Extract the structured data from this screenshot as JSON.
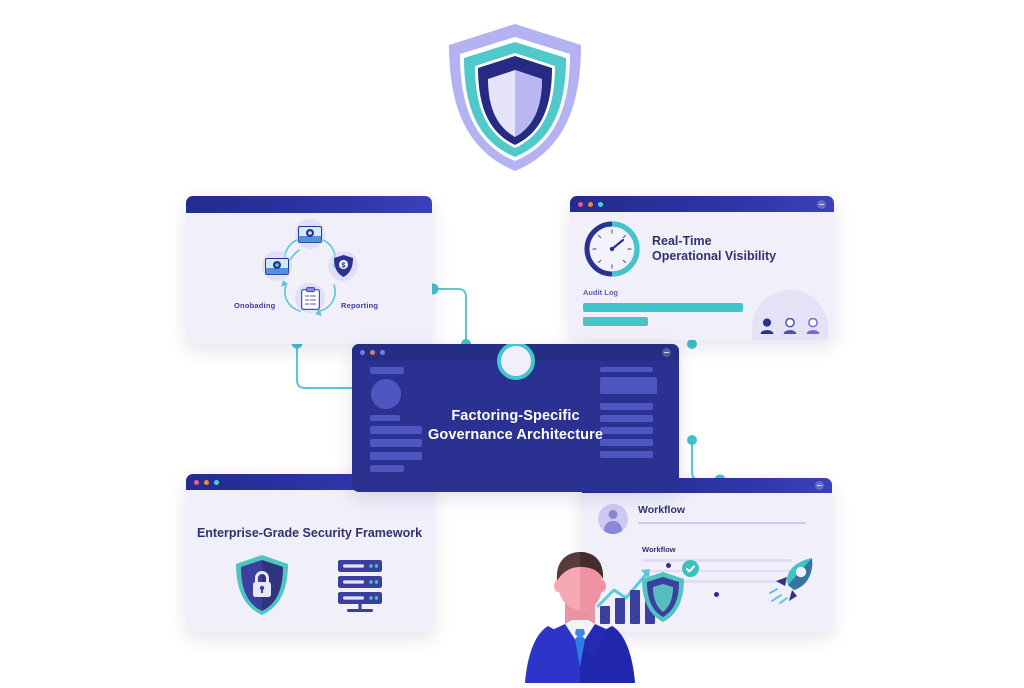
{
  "page": {
    "title": "Factoring-Specific Governance Architecture",
    "background_color": "#ffffff"
  },
  "colors": {
    "navy": "#2a3190",
    "deep_navy": "#232c8e",
    "teal": "#3fc4c8",
    "lavender": "#cdc9f2",
    "card_bg": "#f0effa",
    "heading": "#2f3270",
    "white": "#ffffff"
  },
  "hero": {
    "icon_name": "shield-icon",
    "outer_ring_color": "#b4b2f2",
    "mid_ring_color": "#4fc9c9",
    "inner_border_color": "#262a82",
    "fill_light": "#e6e4fb",
    "fill_dark": "#b9b6f3"
  },
  "cards": {
    "onboarding": {
      "name": "onboarding-cycle-card",
      "titlebar_dots": [],
      "labels": {
        "left": "Onobading",
        "right": "Reporting"
      },
      "nodes": [
        {
          "name": "banknote-icon",
          "position": "top"
        },
        {
          "name": "shield-dollar-icon",
          "position": "right"
        },
        {
          "name": "clipboard-icon",
          "position": "bottom"
        },
        {
          "name": "banknote-icon",
          "position": "left"
        }
      ]
    },
    "realtime": {
      "name": "real-time-visibility-card",
      "titlebar_dots": [
        "#f2569c",
        "#f0883e",
        "#49cfd8"
      ],
      "gauge_icon": "gauge-clock-icon",
      "title_line1": "Real-Time",
      "title_line2": "Operational Visibility",
      "section_label": "Audit Log",
      "bars": [
        {
          "width_pct": 72,
          "color": "#3fc4c8"
        },
        {
          "width_pct": 29,
          "color": "#48c3c6"
        }
      ],
      "user_icons": [
        "user-icon",
        "user-icon",
        "user-icon"
      ]
    },
    "center": {
      "name": "governance-architecture-card",
      "titlebar_dots": [
        "#f2569c",
        "#f0883e",
        "#49cfd8"
      ],
      "title_line1": "Factoring-Specific",
      "title_line2": "Governance Architecture",
      "ring_color": "#44c7cc",
      "left_skeleton": [
        {
          "w": 34,
          "h": 7
        },
        {
          "shape": "circle",
          "d": 30
        },
        {
          "w": 30,
          "h": 6
        },
        {
          "w": 52,
          "h": 8
        },
        {
          "w": 52,
          "h": 8
        },
        {
          "w": 52,
          "h": 8
        },
        {
          "w": 34,
          "h": 7
        }
      ],
      "right_skeleton": [
        {
          "w": 53,
          "h": 5
        },
        {
          "w": 57,
          "h": 17
        },
        {
          "w": 53,
          "h": 7
        },
        {
          "w": 53,
          "h": 7
        },
        {
          "w": 53,
          "h": 7
        },
        {
          "w": 53,
          "h": 7
        },
        {
          "w": 53,
          "h": 7
        }
      ]
    },
    "security": {
      "name": "security-framework-card",
      "titlebar_dots": [
        "#f2569c",
        "#f0883e",
        "#49cfd8"
      ],
      "title": "Enterprise-Grade Security Framework",
      "icons": [
        "shield-lock-icon",
        "server-rack-icon"
      ]
    },
    "workflow": {
      "name": "workflow-card",
      "titlebar_dots": [],
      "header_label": "Workflow",
      "section_label": "Workflow",
      "avatar": "user-avatar-icon",
      "icons": [
        "bar-chart-icon",
        "shield-icon",
        "check-circle-icon",
        "rocket-icon"
      ]
    }
  },
  "person": {
    "name": "businessman-illustration",
    "suit_color": "#2c34c9",
    "tie_color": "#2f7ae5",
    "hair_color": "#5a3a3a",
    "skin_color": "#f6a8b4"
  },
  "connectors": {
    "line_color": "#5bc9d3",
    "dot_color": "#3fc4c8",
    "count": 4
  }
}
